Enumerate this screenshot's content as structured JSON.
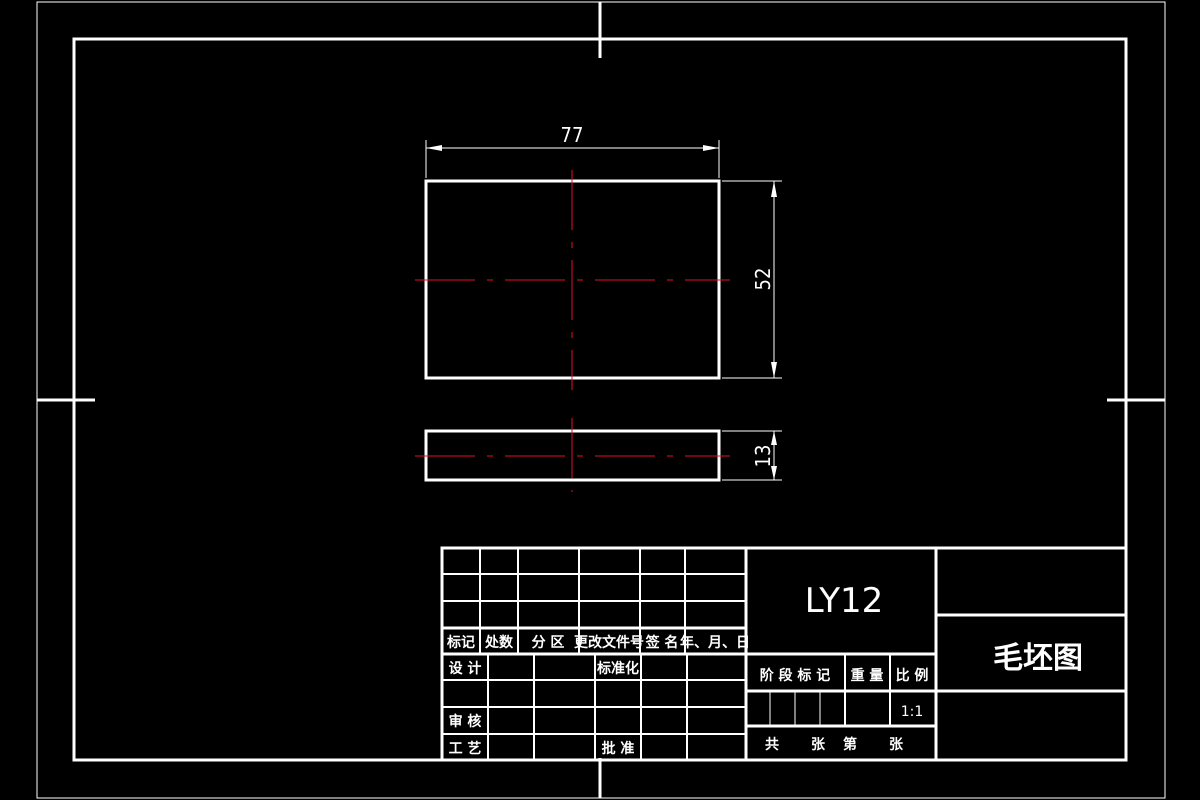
{
  "dimensions": {
    "length": "77",
    "height": "52",
    "thickness": "13"
  },
  "title_block": {
    "material": "LY12",
    "drawing_title": "毛坯图",
    "scale": "1:1",
    "headers": {
      "mark": "标记",
      "count": "处数",
      "zone": "分 区",
      "change_doc": "更改文件号",
      "signature": "签 名",
      "date": "年、月、日"
    },
    "design": "设 计",
    "standardization": "标准化",
    "review": "审 核",
    "process": "工 艺",
    "approve": "批 准",
    "stage_mark": "阶 段 标 记",
    "weight": "重 量",
    "ratio": "比 例",
    "sheets": {
      "total": "共",
      "sheet1": "张",
      "number": "第",
      "sheet2": "张"
    }
  }
}
